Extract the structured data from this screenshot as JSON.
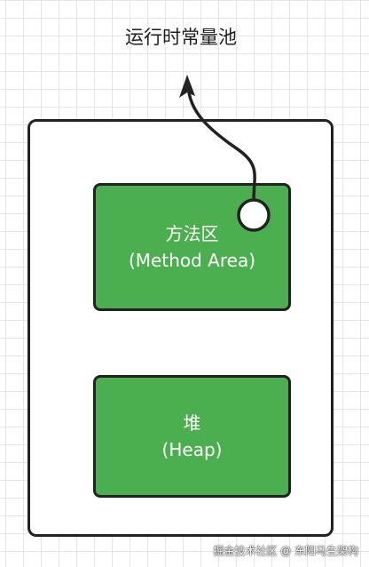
{
  "diagram": {
    "title": "运行时常量池",
    "method_area": {
      "line1": "方法区",
      "line2": "(Method Area)"
    },
    "heap": {
      "line1": "堆",
      "line2": "(Heap)"
    },
    "watermark": "掘金技术社区 @ 东阳马生架构"
  },
  "colors": {
    "box_fill": "#4caf4f",
    "stroke": "#222222",
    "grid": "#e6e6e6"
  }
}
